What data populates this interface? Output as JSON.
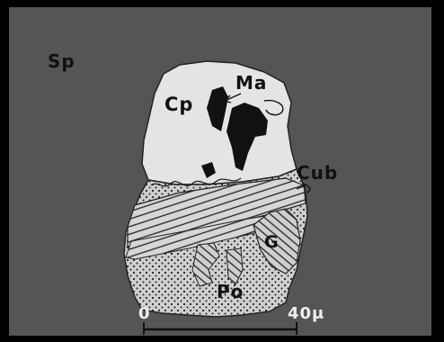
{
  "labels": {
    "sp": "Sp",
    "cp": "Cp",
    "ma": "Ma",
    "cub": "Cub",
    "g": "G",
    "po": "Po"
  },
  "scale_bar": {
    "start": "0",
    "end": "40μ"
  }
}
